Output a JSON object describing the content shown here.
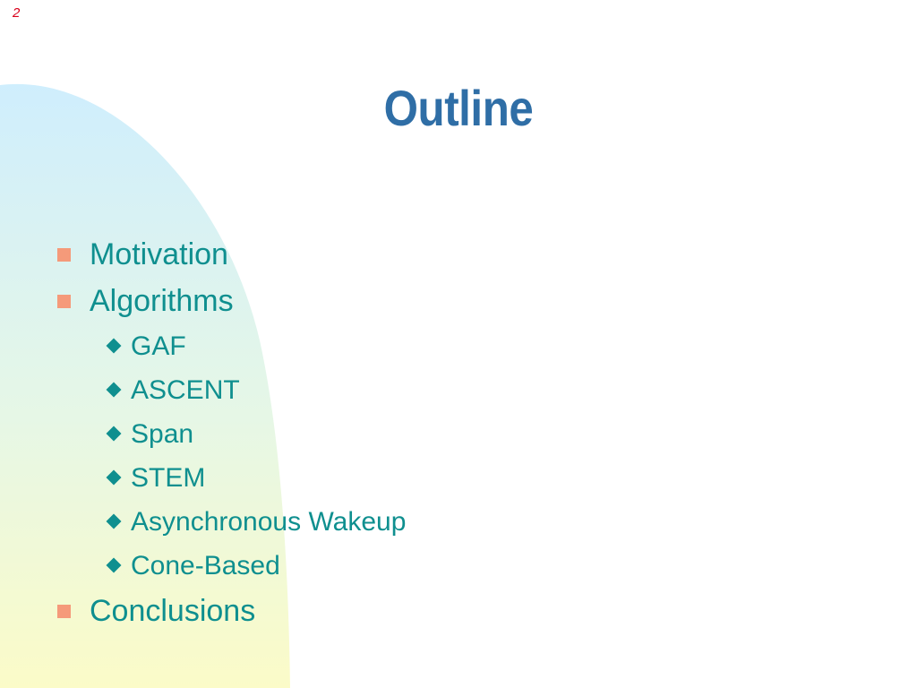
{
  "slide": {
    "page_number": "2",
    "title": "Outline",
    "items": [
      {
        "label": "Motivation",
        "subitems": []
      },
      {
        "label": "Algorithms",
        "subitems": [
          "GAF",
          "ASCENT",
          "Span",
          "STEM",
          "Asynchronous Wakeup",
          "Cone-Based"
        ]
      },
      {
        "label": "Conclusions",
        "subitems": []
      }
    ]
  },
  "colors": {
    "title": "#2f6ea6",
    "text": "#0f8f8f",
    "square_bullet": "#f59a7a",
    "page_number": "#d9001b",
    "arc_top": "#cfeefd",
    "arc_bottom": "#fbfbc8"
  },
  "icons": {
    "primary_bullet": "square-bullet-icon",
    "secondary_bullet": "diamond-bullet-icon"
  }
}
